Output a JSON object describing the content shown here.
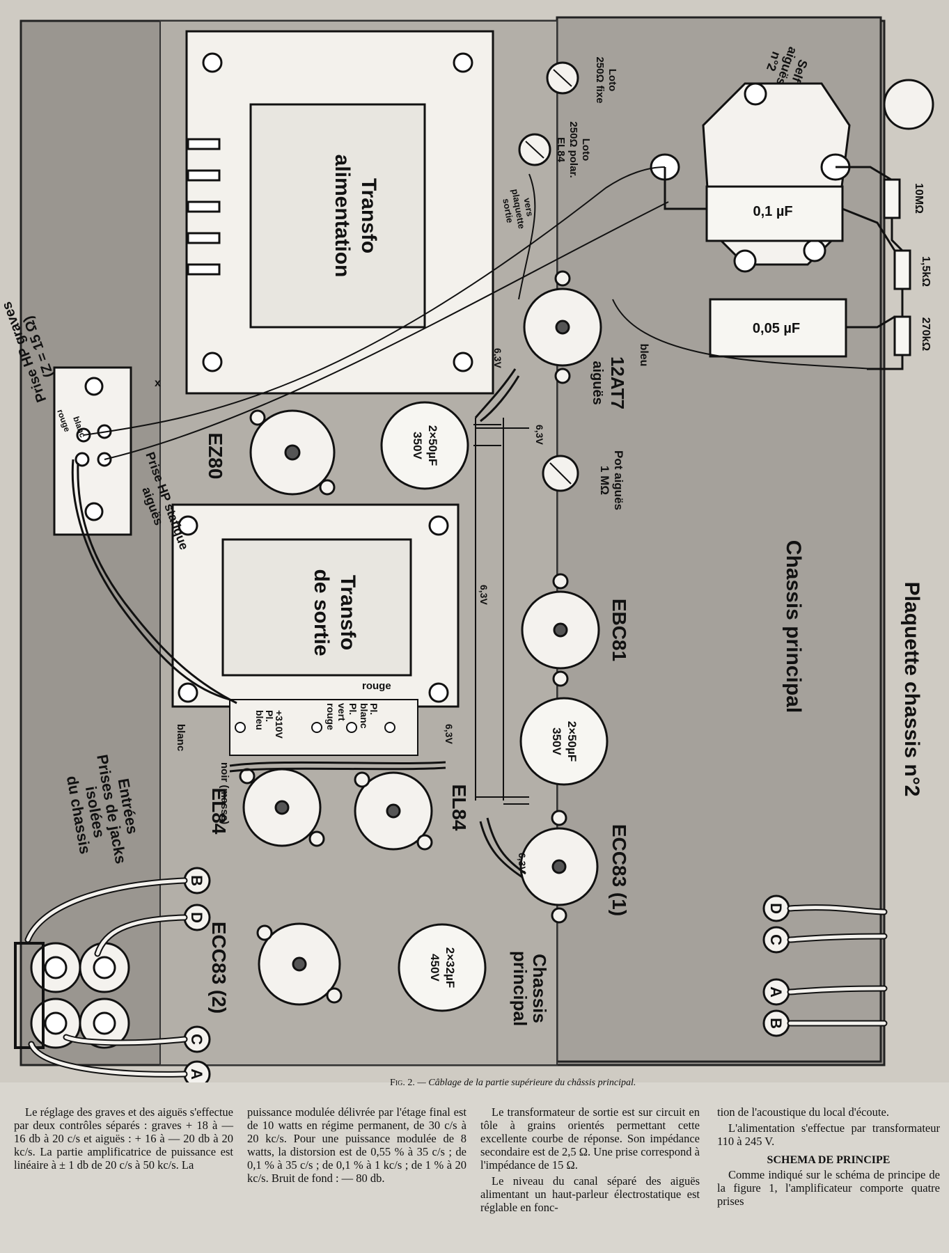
{
  "labels": {
    "transfo_alim": [
      "Transfo",
      "alimentation"
    ],
    "transfo_sortie": [
      "Transfo",
      "de sortie"
    ],
    "ez80": "EZ80",
    "ecc83_2": "ECC83 (2)",
    "ecc83_1": "ECC83 (1)",
    "el84": "EL84",
    "el84_b": "EL84",
    "ebc81": "EBC81",
    "at7": "12AT7",
    "at7_sub": "aiguës",
    "cap_50_top": [
      "2×50µF",
      "350V"
    ],
    "cap_50_bot": [
      "2×50µF",
      "350V"
    ],
    "cap_32": [
      "2×32µF",
      "450V"
    ],
    "cap_01": "0,1 µF",
    "cap_005": "0,05 µF",
    "r_10m": "10MΩ",
    "r_15k": "1,5kΩ",
    "r_270k": "270kΩ",
    "loto1": [
      "Loto",
      "250Ω fixe"
    ],
    "loto2": [
      "Loto",
      "250Ω polar.",
      "EL84"
    ],
    "vers_plaq": [
      "vers",
      "plaquette",
      "sortie"
    ],
    "self": [
      "Self",
      "aiguës",
      "n°2"
    ],
    "plaquette": "Plaquette chassis n°2",
    "chassis_principal": "Chassis principal",
    "chassis_principal_small": [
      "Chassis",
      "principal"
    ],
    "pot_aigues": [
      "Pot aiguës",
      "1 MΩ"
    ],
    "bleu": "bleu",
    "prise_hp_graves": [
      "Prise HP graves",
      "(Z = 15 Ω)"
    ],
    "prise_hp_stat": [
      "Prise HP statique",
      "aiguës"
    ],
    "entrees": [
      "Entrées",
      "Prises de jacks",
      "isolées",
      "du chassis"
    ],
    "blanc": "blanc",
    "rouge": "rouge",
    "noir_masse": "noir (masse)",
    "rouge_top": "rouge",
    "blanc_left": "blanc",
    "term_labels": [
      "bleu",
      "Pl.",
      "+310V",
      "rouge",
      "vert",
      "Pl.",
      "blanc",
      "Pl."
    ],
    "v63": "6,3V",
    "x": "x",
    "jack_letters": [
      "B",
      "D",
      "C",
      "A"
    ],
    "right_jacks": [
      "D",
      "C",
      "A",
      "B"
    ]
  },
  "caption": {
    "fig": "Fig. 2.",
    "text": "— Câblage de la partie supérieure du châssis principal."
  },
  "columns": [
    {
      "paras": [
        "Le réglage des graves et des aiguës s'effectue par deux contrôles séparés : graves + 18 à — 16 db à 20 c/s et aiguës : + 16 à — 20 db à 20 kc/s. La partie amplificatrice de puissance est linéaire à ± 1 db de 20 c/s à 50 kc/s. La"
      ]
    },
    {
      "paras": [
        "puissance modulée délivrée par l'étage final est de 10 watts en régime permanent, de 30 c/s à 20 kc/s. Pour une puissance modulée de 8 watts, la distorsion est de 0,55 % à 35 c/s ; de 0,1 % à 35 c/s ; de 0,1 % à 1 kc/s ; de 1 % à 20 kc/s. Bruit de fond : — 80 db."
      ]
    },
    {
      "paras": [
        "Le transformateur de sortie est sur circuit en tôle à grains orientés permettant cette excellente courbe de réponse. Son impédance secondaire est de 2,5 Ω. Une prise correspond à l'impédance de 15 Ω.",
        "Le niveau du canal séparé des aiguës alimentant un haut-parleur électrostatique est réglable en fonc-"
      ]
    },
    {
      "paras": [
        "tion de l'acoustique du local d'écoute.",
        "L'alimentation s'effectue par transformateur 110 à 245 V."
      ],
      "heading": "SCHEMA DE PRINCIPE",
      "after": "Comme indiqué sur le schéma de principe de la figure 1, l'amplificateur comporte quatre prises"
    }
  ]
}
